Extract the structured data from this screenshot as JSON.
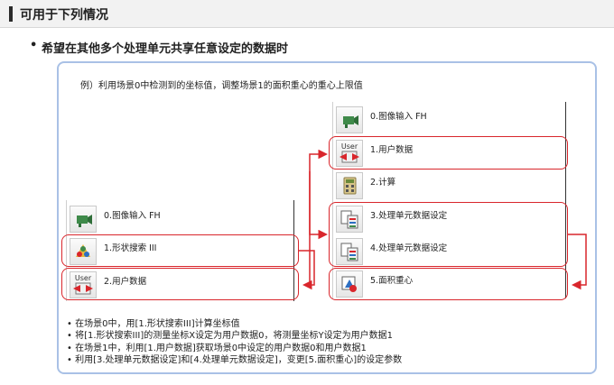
{
  "header": {
    "title": "可用于下列情况"
  },
  "bullet": {
    "title": "希望在其他多个处理单元共享任意设定的数据时"
  },
  "example": {
    "text": "例）利用场景0中检测到的坐标值，调整场景1的面积重心的重心上限值"
  },
  "left_flow": {
    "units": [
      {
        "label": "0.图像输入 FH",
        "icon": "camera-icon"
      },
      {
        "label": "1.形状搜索 III",
        "icon": "shape-search-icon"
      },
      {
        "label": "2.用户数据",
        "icon": "user-data-icon",
        "badge": "User"
      }
    ]
  },
  "right_flow": {
    "units": [
      {
        "label": "0.图像输入 FH",
        "icon": "camera-icon"
      },
      {
        "label": "1.用户数据",
        "icon": "user-data-icon",
        "badge": "User"
      },
      {
        "label": "2.计算",
        "icon": "calculator-icon"
      },
      {
        "label": "3.处理单元数据设定",
        "icon": "unit-data-setting-icon"
      },
      {
        "label": "4.处理单元数据设定",
        "icon": "unit-data-setting-icon"
      },
      {
        "label": "5.面积重心",
        "icon": "area-centroid-icon"
      }
    ]
  },
  "notes": [
    "• 在场景0中，用[1.形状搜索III]计算坐标值",
    "• 将[1.形状搜索III]的测量坐标X设定为用户数据0，将测量坐标Y设定为用户数据1",
    "• 在场景1中，利用[1.用户数据]获取场景0中设定的用户数据0和用户数据1",
    "• 利用[3.处理单元数据设定]和[4.处理单元数据设定]，变更[5.面积重心]的设定参数"
  ],
  "colors": {
    "highlight": "#d9262c",
    "panel_border": "#a9c1e6"
  }
}
